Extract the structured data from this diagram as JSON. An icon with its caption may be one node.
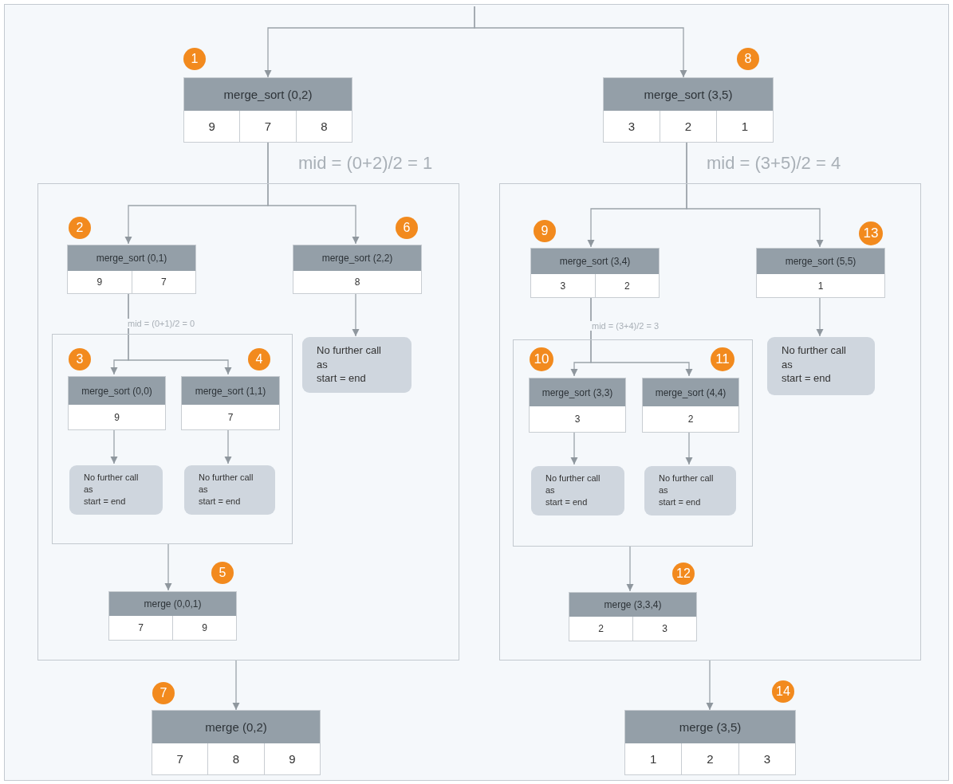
{
  "diagram": {
    "nodes": [
      {
        "text": [
          "merge_sort (0,2)",
          "9",
          "7",
          "8"
        ],
        "beside": [
          "1"
        ]
      },
      {
        "text": [
          "merge_sort (3,5)",
          "3",
          "2",
          "1"
        ],
        "beside": [
          "8"
        ]
      },
      {
        "text": [],
        "shape": "box"
      },
      {
        "text": [
          "merge_sort (0,1)",
          "9",
          "7"
        ],
        "in": 2,
        "beside": [
          "2"
        ]
      },
      {
        "text": [
          "merge_sort (2,2)",
          "8"
        ],
        "in": 2,
        "beside": [
          "6"
        ]
      },
      {
        "text": [],
        "shape": "box",
        "in": 2
      },
      {
        "text": [
          "merge_sort (0,0)",
          "9"
        ],
        "in": 5,
        "beside": [
          "3"
        ]
      },
      {
        "text": [
          "merge_sort (1,1)",
          "7"
        ],
        "in": 5,
        "beside": [
          "4"
        ]
      },
      {
        "text": [
          "No further call",
          "as",
          "start = end"
        ],
        "in": 5
      },
      {
        "text": [
          "No further call",
          "as",
          "start = end"
        ],
        "in": 5
      },
      {
        "text": [
          "No further call",
          "as",
          "start = end"
        ],
        "in": 2
      },
      {
        "text": [
          "merge (0,0,1)",
          "7",
          "9"
        ],
        "in": 2,
        "beside": [
          "5"
        ]
      },
      {
        "text": [],
        "shape": "box"
      },
      {
        "text": [
          "merge_sort (3,4)",
          "3",
          "2"
        ],
        "in": 12,
        "beside": [
          "9"
        ]
      },
      {
        "text": [
          "merge_sort (5,5)",
          "1"
        ],
        "in": 12,
        "beside": [
          "13"
        ]
      },
      {
        "text": [],
        "shape": "box",
        "in": 12
      },
      {
        "text": [
          "merge_sort (3,3)",
          "3"
        ],
        "in": 15,
        "beside": [
          "10"
        ]
      },
      {
        "text": [
          "merge_sort (4,4)",
          "2"
        ],
        "in": 15,
        "beside": [
          "11"
        ]
      },
      {
        "text": [
          "No further call",
          "as",
          "start = end"
        ],
        "in": 15
      },
      {
        "text": [
          "No further call",
          "as",
          "start = end"
        ],
        "in": 15
      },
      {
        "text": [
          "No further call",
          "as",
          "start = end"
        ],
        "in": 12
      },
      {
        "text": [
          "merge (3,3,4)",
          "2",
          "3"
        ],
        "in": 12,
        "beside": [
          "12"
        ]
      },
      {
        "text": [
          "merge (0,2)",
          "7",
          "8",
          "9"
        ],
        "beside": [
          "7"
        ]
      },
      {
        "text": [
          "merge (3,5)",
          "1",
          "2",
          "3"
        ],
        "beside": [
          "14"
        ]
      }
    ],
    "edges": [
      {
        "from": null,
        "to": 0,
        "arrow": "to"
      },
      {
        "from": null,
        "to": 1,
        "arrow": "to"
      },
      {
        "from": 0,
        "to": 3,
        "arrow": "to"
      },
      {
        "from": 0,
        "to": 4,
        "arrow": "to"
      },
      {
        "from": 1,
        "to": 13,
        "arrow": "to"
      },
      {
        "from": 1,
        "to": 14,
        "arrow": "to"
      },
      {
        "from": 3,
        "to": 6,
        "arrow": "to"
      },
      {
        "from": 3,
        "to": 7,
        "arrow": "to"
      },
      {
        "from": 6,
        "to": 8,
        "arrow": "to"
      },
      {
        "from": 7,
        "to": 9,
        "arrow": "to"
      },
      {
        "from": 4,
        "to": 10,
        "arrow": "to"
      },
      {
        "from": 5,
        "to": 11,
        "arrow": "to"
      },
      {
        "from": 2,
        "to": 22,
        "arrow": "to"
      },
      {
        "from": 13,
        "to": 16,
        "arrow": "to"
      },
      {
        "from": 13,
        "to": 17,
        "arrow": "to"
      },
      {
        "from": 16,
        "to": 18,
        "arrow": "to"
      },
      {
        "from": 17,
        "to": 19,
        "arrow": "to"
      },
      {
        "from": 14,
        "to": 20,
        "arrow": "to"
      },
      {
        "from": 15,
        "to": 21,
        "arrow": "to"
      },
      {
        "from": 12,
        "to": 23,
        "arrow": "to"
      }
    ],
    "labels": [
      "mid = (0+2)/2 = 1",
      "mid = (3+5)/2 = 4",
      "mid = (0+1)/2 = 0",
      "mid = (3+4)/2 = 3"
    ]
  }
}
